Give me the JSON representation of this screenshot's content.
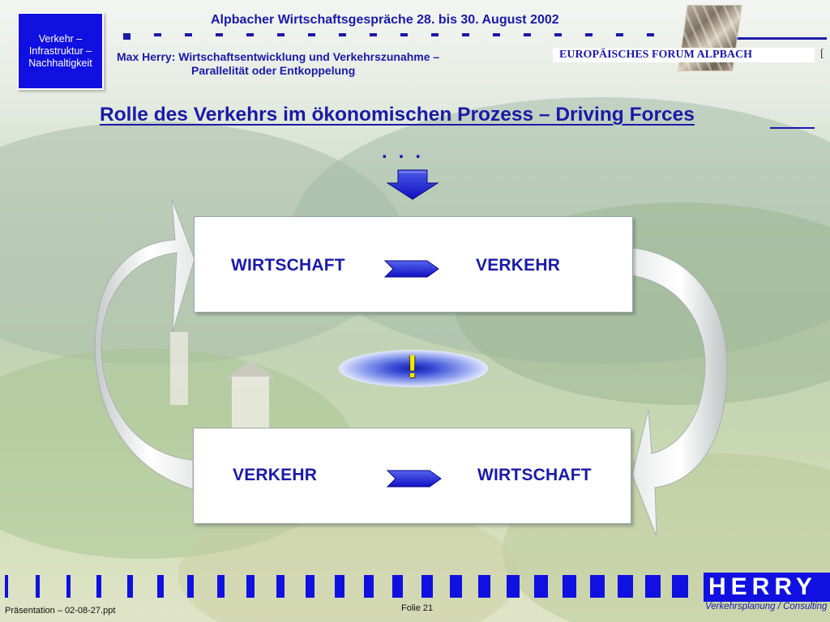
{
  "header": {
    "topic_box": [
      "Verkehr –",
      "Infrastruktur –",
      "Nachhaltigkeit"
    ],
    "conference_title": "Alpbacher Wirtschaftsgespräche 28. bis 30. August 2002",
    "speaker_line1": "Max Herry: Wirtschaftsentwicklung und Verkehrszunahme –",
    "speaker_line2": "Parallelität oder Entkoppelung",
    "forum_label": "EUROPÄISCHES FORUM ALPBACH",
    "forum_bracket": "["
  },
  "slide": {
    "title": "Rolle des Verkehrs im ökonomischen Prozess – Driving Forces",
    "ellipsis": "...",
    "exclamation": "!",
    "box_top": {
      "left": "WIRTSCHAFT",
      "right": "VERKEHR"
    },
    "box_bottom": {
      "left": "VERKEHR",
      "right": "WIRTSCHAFT"
    }
  },
  "colors": {
    "accent": "#1a1aa8",
    "brand_blue": "#1010e0",
    "exclamation": "#f5e800"
  },
  "icons": {
    "down_arrow": "down-arrow-icon",
    "right_arrow": "right-arrow-icon",
    "cycle_arrow": "curved-arrow-icon"
  },
  "footer": {
    "logo": "HERRY",
    "logo_subtitle": "Verkehrsplanung / Consulting",
    "file_label": "Präsentation  – 02-08-27.ppt",
    "slide_number": "Folie 21"
  }
}
